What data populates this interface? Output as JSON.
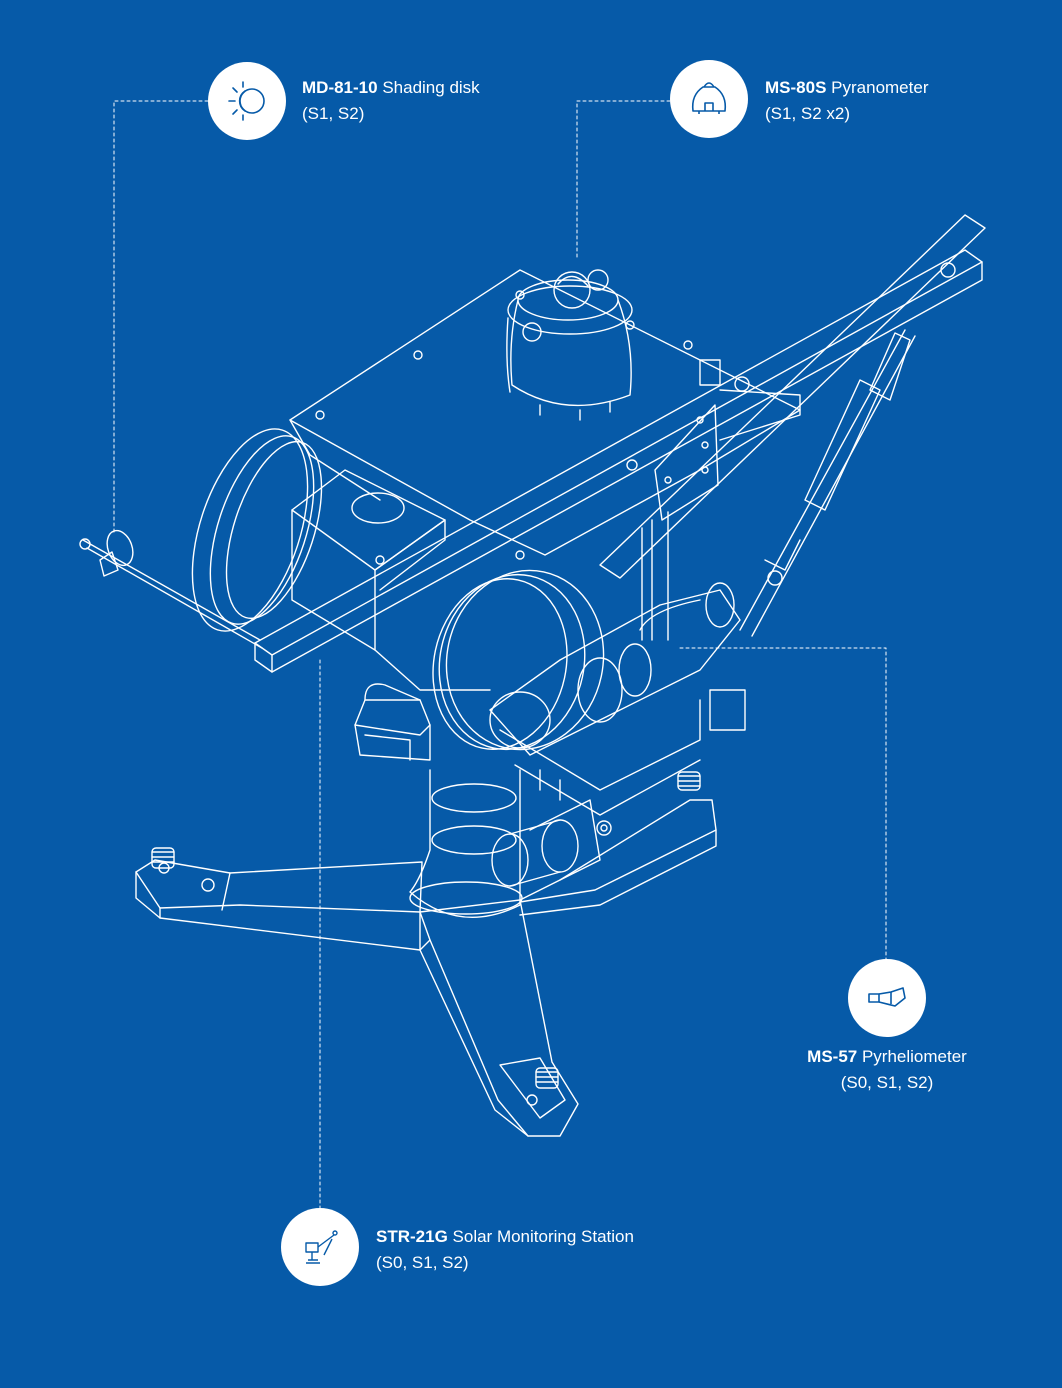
{
  "colors": {
    "background": "#065aa8",
    "line": "#ffffff",
    "icon_circle": "#ffffff",
    "icon_stroke": "#065aa8"
  },
  "callouts": {
    "shading_disk": {
      "model": "MD-81-10",
      "name": "Shading disk",
      "series": "(S1, S2)",
      "icon": "shading-disk-icon"
    },
    "pyranometer": {
      "model": "MS-80S",
      "name": "Pyranometer",
      "series": "(S1, S2 x2)",
      "icon": "pyranometer-icon"
    },
    "pyrheliometer": {
      "model": "MS-57",
      "name": "Pyrheliometer",
      "series": "(S0, S1, S2)",
      "icon": "pyrheliometer-icon"
    },
    "station": {
      "model": "STR-21G",
      "name": "Solar Monitoring Station",
      "series": "(S0, S1, S2)",
      "icon": "station-icon"
    }
  }
}
